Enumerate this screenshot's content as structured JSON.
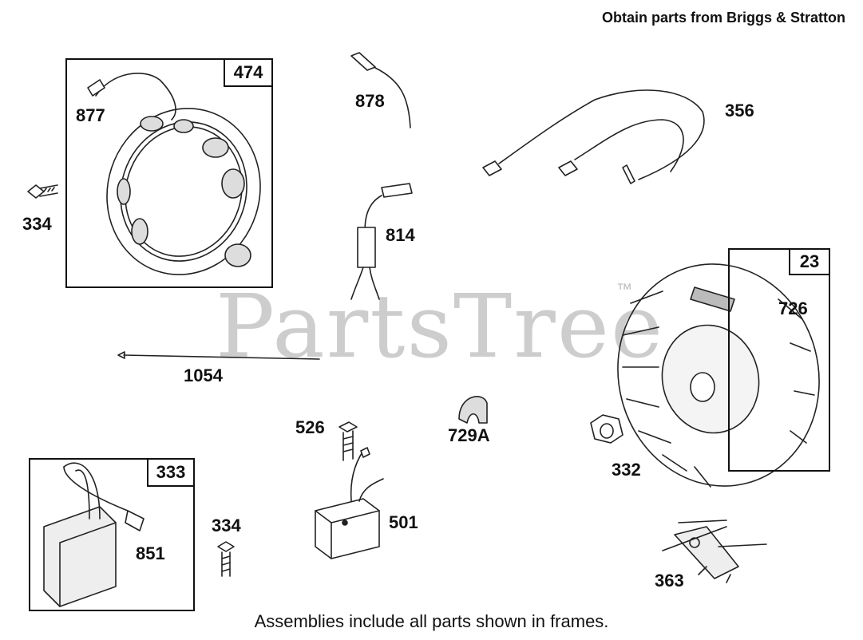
{
  "header": {
    "text": "Obtain parts from Briggs & Stratton"
  },
  "footer": {
    "text": "Assemblies include all parts shown in frames."
  },
  "watermark": {
    "text": "PartsTree",
    "trademark": "™"
  },
  "frames": [
    {
      "id": "474"
    },
    {
      "id": "23"
    },
    {
      "id": "333"
    }
  ],
  "parts": [
    {
      "number": "877"
    },
    {
      "number": "878"
    },
    {
      "number": "356"
    },
    {
      "number": "334"
    },
    {
      "number": "814"
    },
    {
      "number": "726"
    },
    {
      "number": "1054"
    },
    {
      "number": "526"
    },
    {
      "number": "729A"
    },
    {
      "number": "332"
    },
    {
      "number": "851"
    },
    {
      "number": "334"
    },
    {
      "number": "501"
    },
    {
      "number": "363"
    }
  ]
}
